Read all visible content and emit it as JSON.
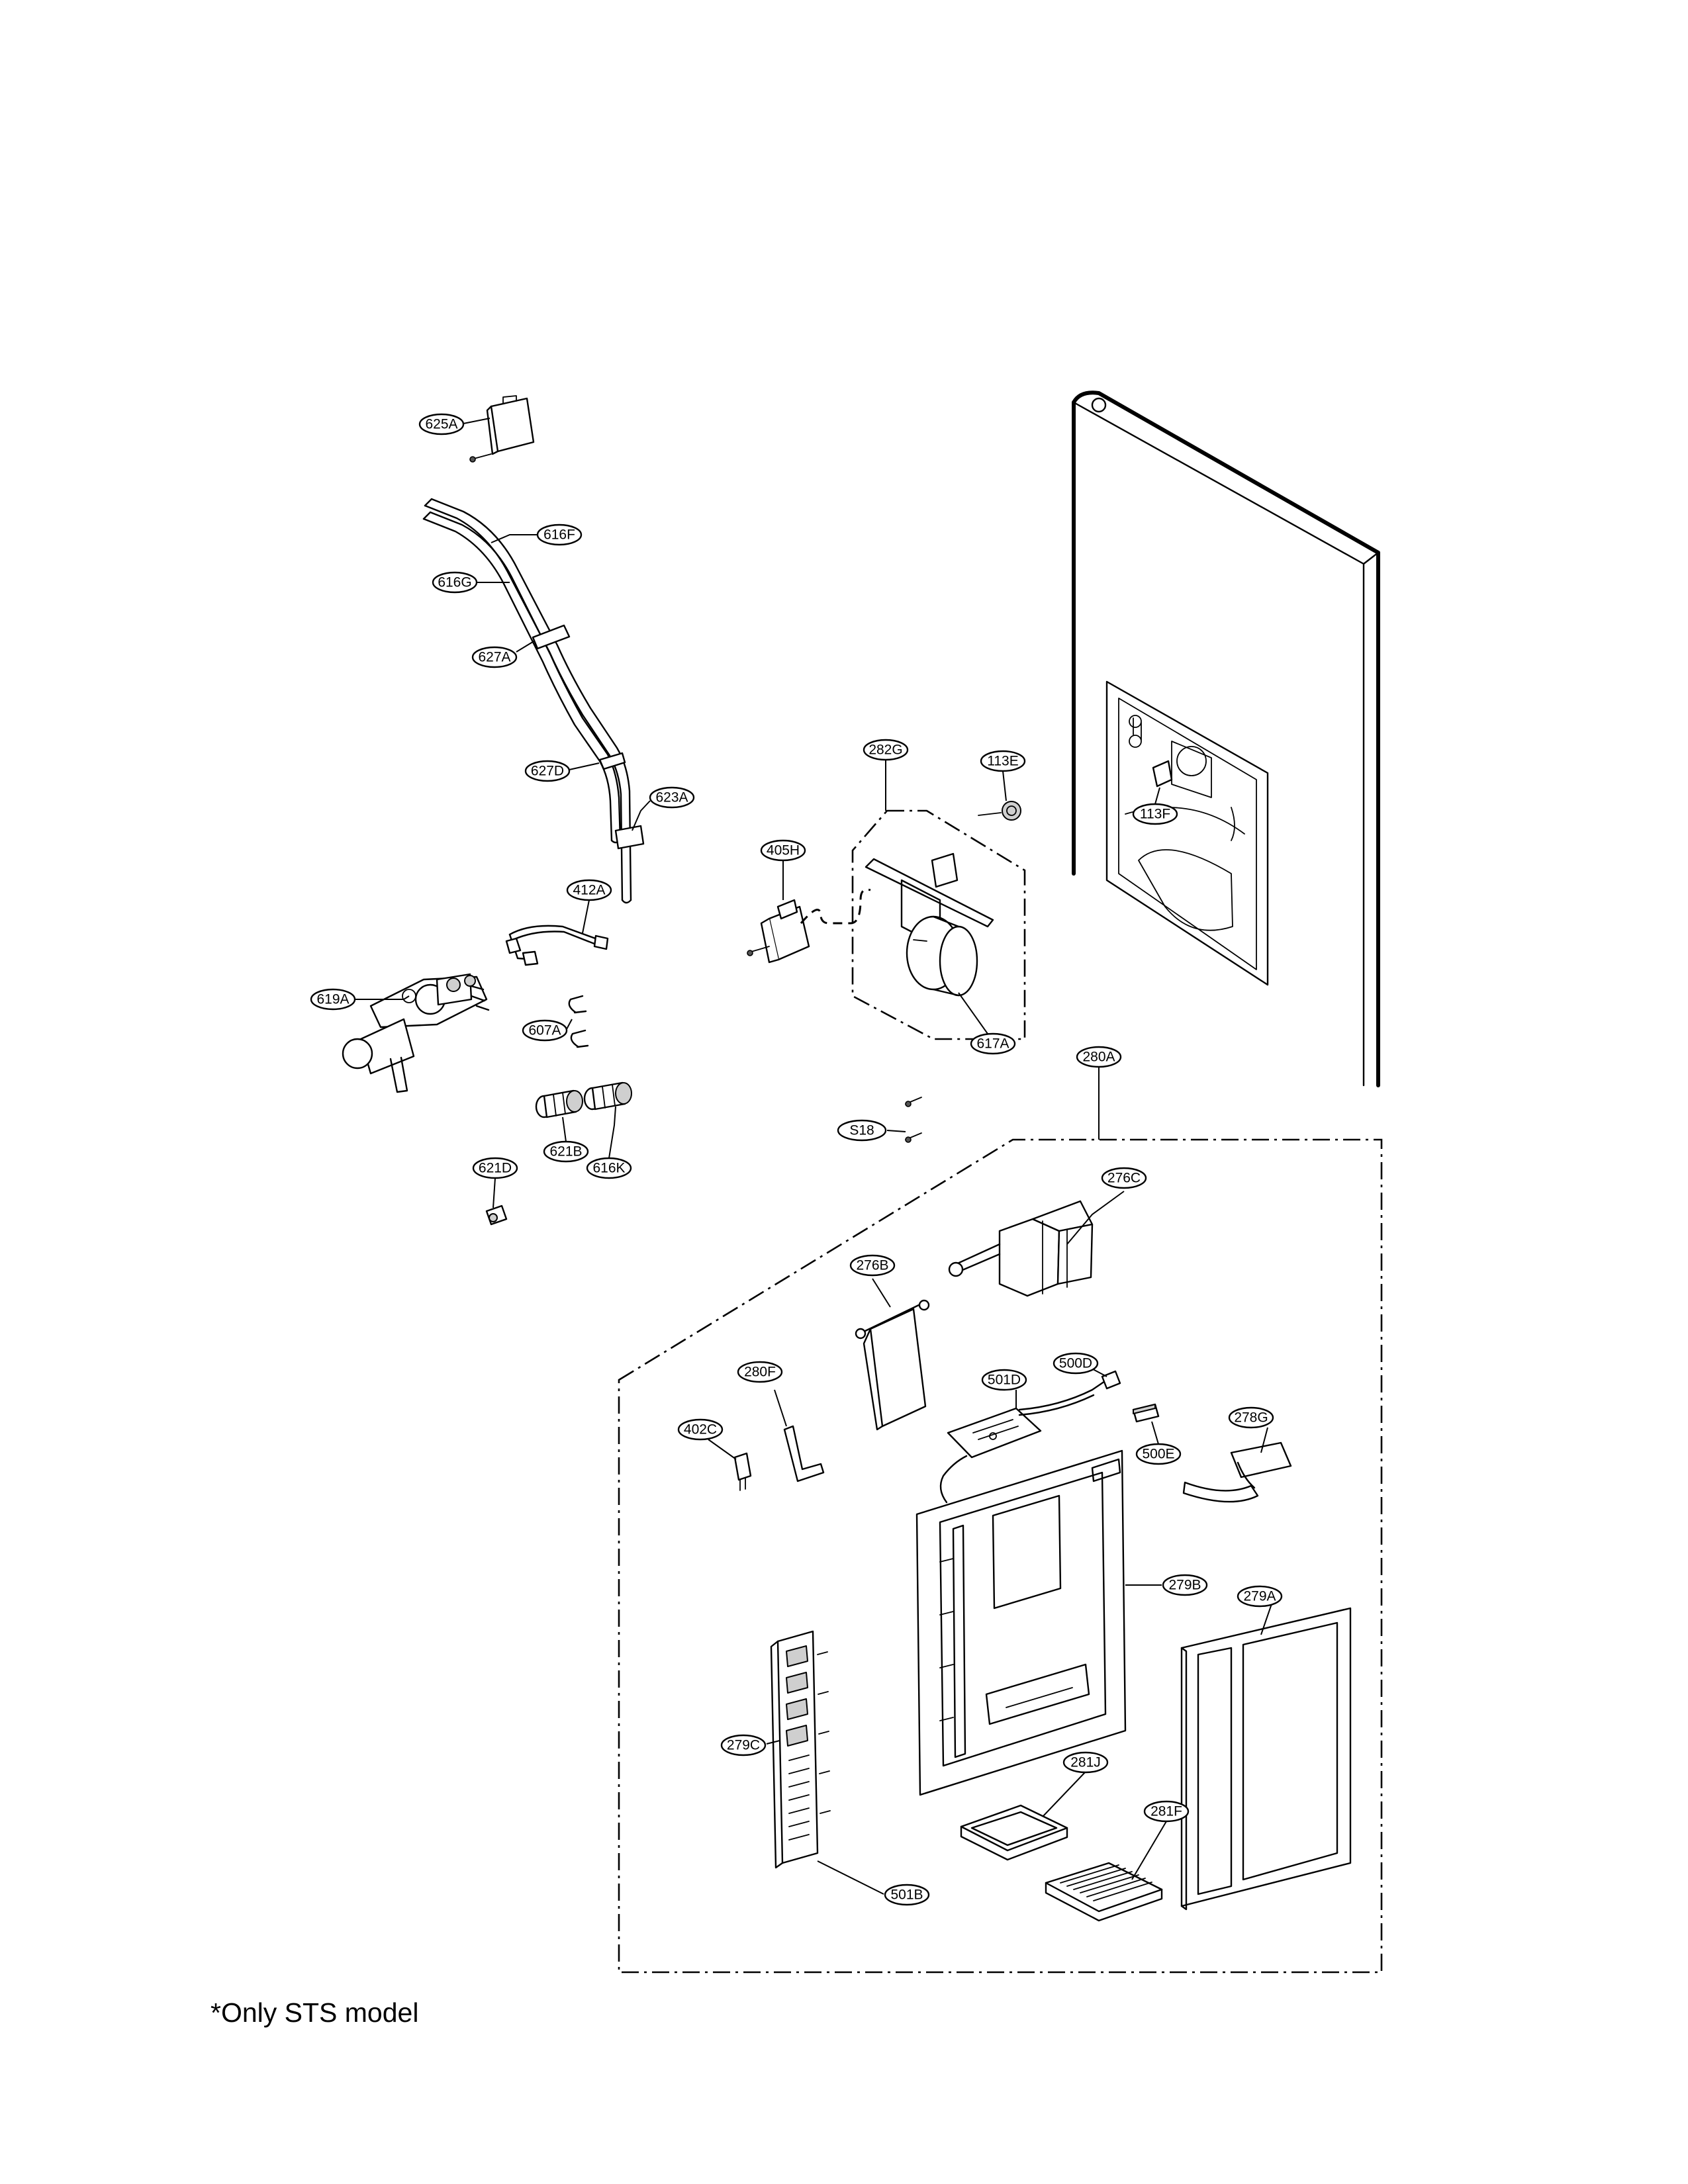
{
  "callouts": [
    {
      "id": "625A",
      "label": "625A"
    },
    {
      "id": "616F",
      "label": "616F"
    },
    {
      "id": "616G",
      "label": "616G"
    },
    {
      "id": "627A",
      "label": "627A"
    },
    {
      "id": "627D",
      "label": "627D"
    },
    {
      "id": "623A",
      "label": "623A"
    },
    {
      "id": "412A",
      "label": "412A"
    },
    {
      "id": "619A",
      "label": "619A"
    },
    {
      "id": "607A",
      "label": "607A"
    },
    {
      "id": "621B",
      "label": "621B"
    },
    {
      "id": "616K",
      "label": "616K"
    },
    {
      "id": "621D",
      "label": "621D"
    },
    {
      "id": "282G",
      "label": "282G"
    },
    {
      "id": "113E",
      "label": "113E"
    },
    {
      "id": "113F",
      "label": "113F"
    },
    {
      "id": "405H",
      "label": "405H"
    },
    {
      "id": "617A",
      "label": "617A"
    },
    {
      "id": "280A",
      "label": "280A"
    },
    {
      "id": "S18",
      "label": "S18"
    },
    {
      "id": "276C",
      "label": "276C"
    },
    {
      "id": "276B",
      "label": "276B"
    },
    {
      "id": "280F",
      "label": "280F"
    },
    {
      "id": "501D",
      "label": "501D"
    },
    {
      "id": "500D",
      "label": "500D"
    },
    {
      "id": "402C",
      "label": "402C"
    },
    {
      "id": "500E",
      "label": "500E"
    },
    {
      "id": "278G",
      "label": "278G"
    },
    {
      "id": "279B",
      "label": "279B"
    },
    {
      "id": "279A",
      "label": "279A"
    },
    {
      "id": "279C",
      "label": "279C"
    },
    {
      "id": "281J",
      "label": "281J"
    },
    {
      "id": "281F",
      "label": "281F"
    },
    {
      "id": "501B",
      "label": "501B"
    }
  ],
  "footnote": "*Only STS model"
}
